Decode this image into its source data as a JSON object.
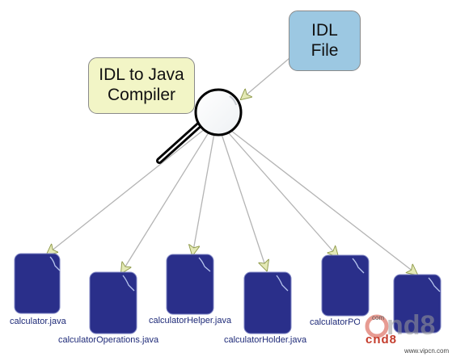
{
  "diagram": {
    "idl_file": {
      "line1": "IDL",
      "line2": "File"
    },
    "compiler": {
      "line1": "IDL to Java",
      "line2": "Compiler"
    },
    "outputs": [
      {
        "label": "calculator.java"
      },
      {
        "label": "calculatorOperations.java"
      },
      {
        "label": "calculatorHelper.java"
      },
      {
        "label": "calculatorHolder.java"
      },
      {
        "label": "calculatorPOA.java"
      },
      {
        "label": ""
      }
    ]
  },
  "watermark": {
    "domain": "com",
    "text": "cnd8",
    "url": "www.vipcn.com"
  },
  "colors": {
    "idl_box": "#9cc8e2",
    "compiler_box": "#f2f5c6",
    "file_icon": "#2a2f8a",
    "arrow_head": "#e4e9b6",
    "connector": "#b4b4b4"
  }
}
